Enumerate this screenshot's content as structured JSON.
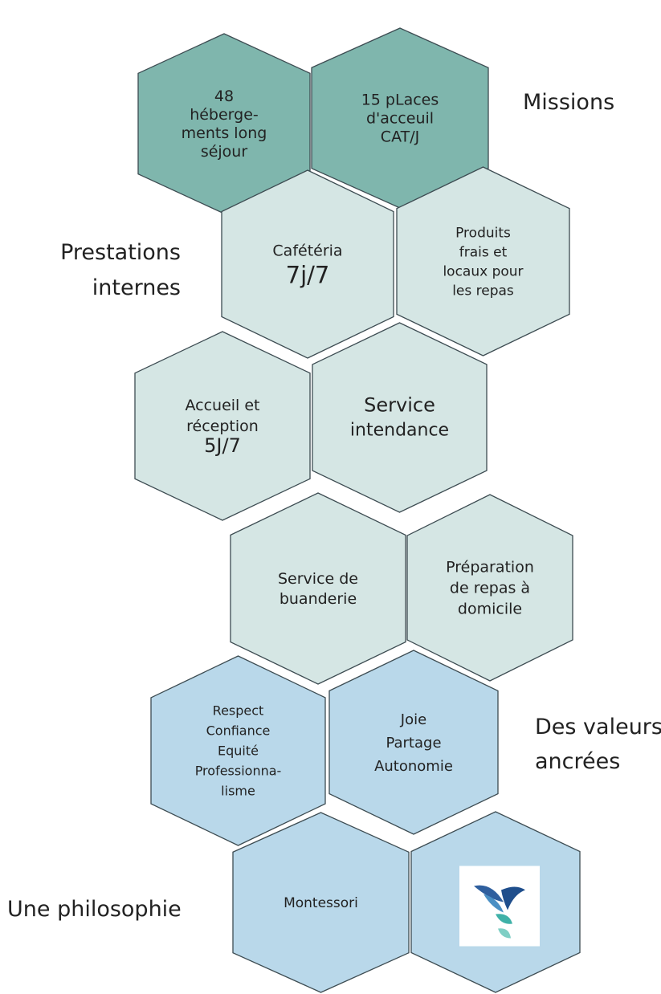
{
  "labels": {
    "missions": "Missions",
    "prestations_l1": "Prestations",
    "prestations_l2": "internes",
    "valeurs_l1": "Des valeurs",
    "valeurs_l2": "ancrées",
    "philosophie": "Une philosophie"
  },
  "colors": {
    "dark_teal": "#7fb6ad",
    "light_teal": "#d5e6e4",
    "light_blue": "#b9d8ea",
    "stroke": "#3d4c52"
  },
  "hexagons": [
    {
      "id": "hebergements",
      "lines": [
        "48",
        "héberge-",
        "ments long",
        "séjour"
      ]
    },
    {
      "id": "places-accueil",
      "lines": [
        "15 pLaces",
        "d'acceuil",
        "CAT/J"
      ]
    },
    {
      "id": "cafeteria",
      "lines": [
        "Cafétéria",
        "7j/7"
      ]
    },
    {
      "id": "produits-frais",
      "lines": [
        "Produits",
        "frais et",
        "locaux pour",
        "les repas"
      ]
    },
    {
      "id": "accueil-reception",
      "lines": [
        "Accueil et",
        "réception",
        "5J/7"
      ]
    },
    {
      "id": "service-intendance",
      "lines": [
        "Service",
        "intendance"
      ]
    },
    {
      "id": "service-buanderie",
      "lines": [
        "Service de",
        "buanderie"
      ]
    },
    {
      "id": "preparation-repas",
      "lines": [
        "Préparation",
        "de repas à",
        "domicile"
      ]
    },
    {
      "id": "valeurs-1",
      "lines": [
        "Respect",
        "Confiance",
        "Equité",
        "Professionna-",
        "lisme"
      ]
    },
    {
      "id": "valeurs-2",
      "lines": [
        "Joie",
        "Partage",
        "Autonomie"
      ]
    },
    {
      "id": "montessori",
      "lines": [
        "Montessori"
      ]
    },
    {
      "id": "logo-hex",
      "lines": [],
      "icon": "bird-logo-icon"
    }
  ]
}
